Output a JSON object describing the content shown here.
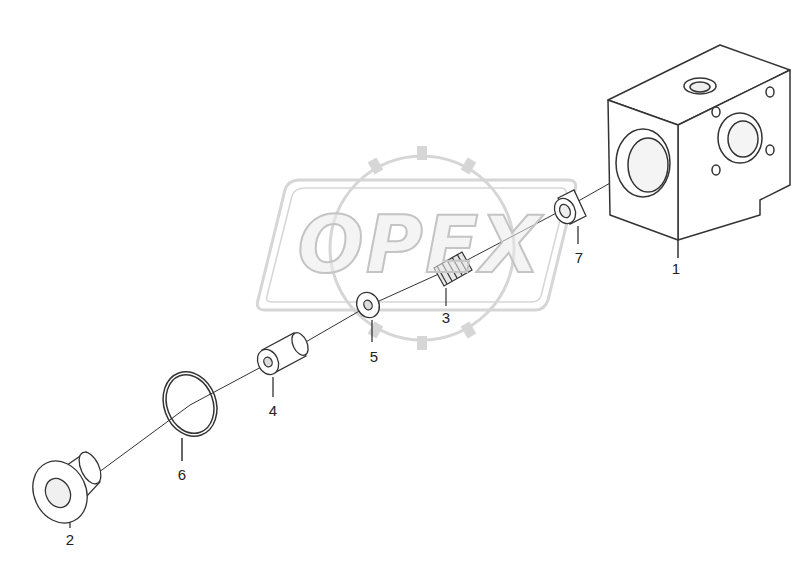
{
  "diagram": {
    "labels": [
      "OPEX",
      "1",
      "7",
      "3",
      "5",
      "4",
      "6",
      "2"
    ]
  }
}
